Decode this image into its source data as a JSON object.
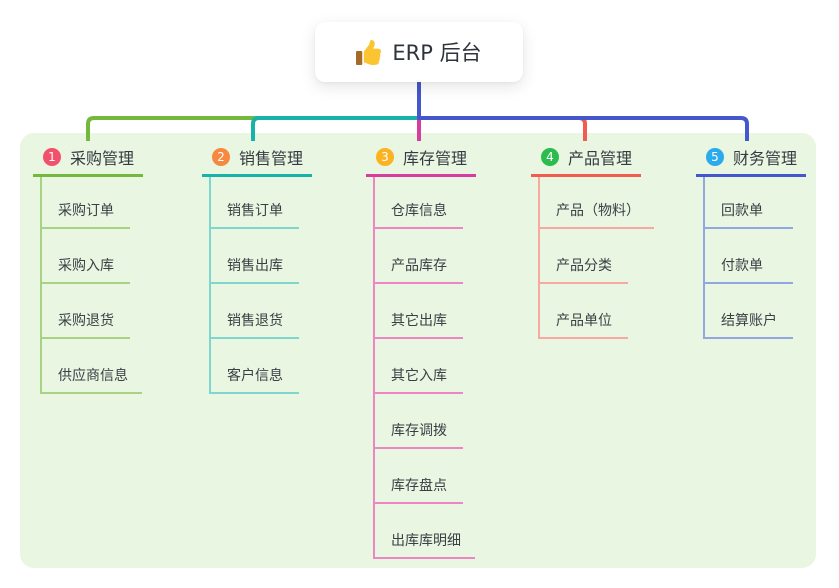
{
  "root": {
    "title": "ERP 后台",
    "icon": "thumbs-up-icon"
  },
  "colors": {
    "panel_background": "#e9f6e1",
    "trunk": "#4457cd",
    "thumb_hand": "#fbc531",
    "thumb_cuff": "#a56a28"
  },
  "branches": [
    {
      "index": "1",
      "label": "采购管理",
      "badge_color": "#f1516c",
      "line_color": "#74b93d",
      "child_line_color": "#a8d284",
      "children": [
        "采购订单",
        "采购入库",
        "采购退货",
        "供应商信息"
      ]
    },
    {
      "index": "2",
      "label": "销售管理",
      "badge_color": "#f6883f",
      "line_color": "#17b3ab",
      "child_line_color": "#7ed6cd",
      "children": [
        "销售订单",
        "销售出库",
        "销售退货",
        "客户信息"
      ]
    },
    {
      "index": "3",
      "label": "库存管理",
      "badge_color": "#fbb321",
      "line_color": "#d63d9e",
      "child_line_color": "#ee86c4",
      "children": [
        "仓库信息",
        "产品库存",
        "其它出库",
        "其它入库",
        "库存调拨",
        "库存盘点",
        "出库库明细"
      ]
    },
    {
      "index": "4",
      "label": "产品管理",
      "badge_color": "#2cbc4e",
      "line_color": "#f25b50",
      "child_line_color": "#f7a8a0",
      "children": [
        "产品（物料）",
        "产品分类",
        "产品单位"
      ]
    },
    {
      "index": "5",
      "label": "财务管理",
      "badge_color": "#2aabec",
      "line_color": "#4457cd",
      "child_line_color": "#92a7e2",
      "children": [
        "回款单",
        "付款单",
        "结算账户"
      ]
    }
  ]
}
